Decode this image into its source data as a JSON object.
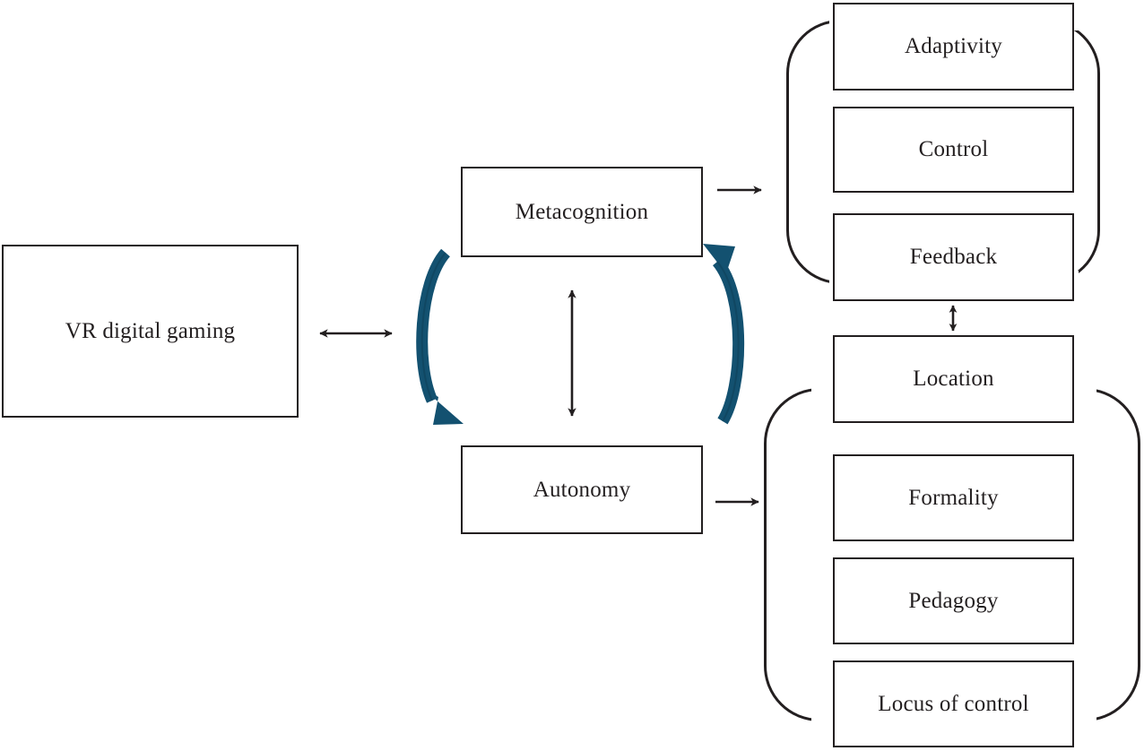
{
  "diagram": {
    "title": "VR digital gaming metacognition and autonomy framework",
    "colors": {
      "stroke": "#231f20",
      "cycle_arrow": "#135170",
      "background": "#ffffff"
    },
    "nodes": {
      "source": {
        "label": "VR digital gaming"
      },
      "metacognition": {
        "label": "Metacognition"
      },
      "autonomy": {
        "label": "Autonomy"
      },
      "metacognition_group": [
        {
          "label": "Adaptivity"
        },
        {
          "label": "Control"
        },
        {
          "label": "Feedback"
        }
      ],
      "autonomy_group": [
        {
          "label": "Location"
        },
        {
          "label": "Formality"
        },
        {
          "label": "Pedagogy"
        },
        {
          "label": "Locus of control"
        }
      ]
    },
    "connectors": [
      {
        "name": "vr-to-cycle",
        "type": "double-arrow",
        "orientation": "horizontal",
        "from": "VR digital gaming",
        "to": "Metacognition / Autonomy cycle"
      },
      {
        "name": "metacognition-to-group",
        "type": "arrow",
        "orientation": "horizontal",
        "from": "Metacognition",
        "to": "Adaptivity / Control / Feedback"
      },
      {
        "name": "autonomy-to-group",
        "type": "arrow",
        "orientation": "horizontal",
        "from": "Autonomy",
        "to": "Location / Formality / Pedagogy / Locus of control"
      },
      {
        "name": "metacognition-autonomy-link",
        "type": "double-arrow",
        "orientation": "vertical",
        "from": "Metacognition",
        "to": "Autonomy"
      },
      {
        "name": "feedback-location-link",
        "type": "double-arrow",
        "orientation": "vertical",
        "from": "Feedback",
        "to": "Location"
      },
      {
        "name": "cycle-left",
        "type": "curved-arrow",
        "color": "#135170",
        "direction": "downward"
      },
      {
        "name": "cycle-right",
        "type": "curved-arrow",
        "color": "#135170",
        "direction": "upward"
      }
    ]
  }
}
